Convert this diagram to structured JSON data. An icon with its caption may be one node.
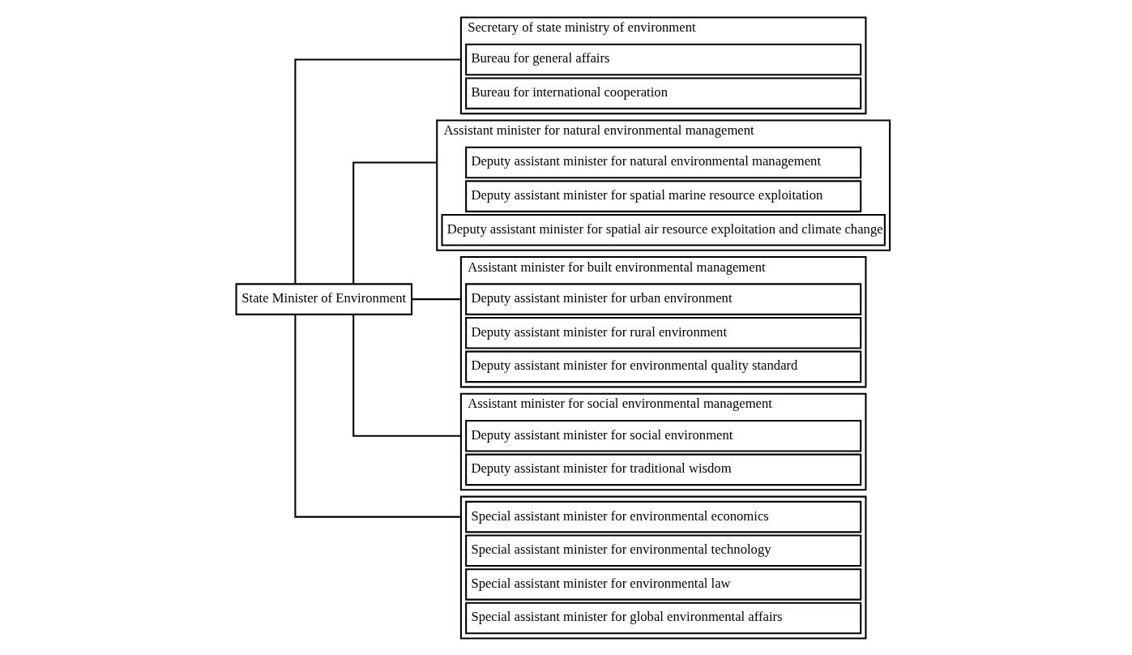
{
  "diagram": {
    "nodes": [
      {
        "text": [
          "State Minister of Environment"
        ]
      },
      {
        "text": [
          "Secretary of state ministry of environment"
        ]
      },
      {
        "text": [
          "Bureau for general affairs"
        ],
        "in": 1
      },
      {
        "text": [
          "Bureau for international cooperation"
        ],
        "in": 1
      },
      {
        "text": [
          "Assistant minister for natural environmental management"
        ]
      },
      {
        "text": [
          "Deputy assistant minister for natural environmental management"
        ],
        "in": 4
      },
      {
        "text": [
          "Deputy assistant minister for spatial marine resource exploitation"
        ],
        "in": 4
      },
      {
        "text": [
          "Deputy assistant minister for spatial air resource exploitation and climate change"
        ],
        "in": 4
      },
      {
        "text": [
          "Assistant minister for built environmental management"
        ]
      },
      {
        "text": [
          "Deputy assistant minister for urban environment"
        ],
        "in": 8
      },
      {
        "text": [
          "Deputy assistant minister for rural environment"
        ],
        "in": 8
      },
      {
        "text": [
          "Deputy assistant minister for environmental quality standard"
        ],
        "in": 8
      },
      {
        "text": [
          "Assistant minister for social environmental management"
        ]
      },
      {
        "text": [
          "Deputy assistant minister for social environment"
        ],
        "in": 12
      },
      {
        "text": [
          "Deputy assistant minister for traditional wisdom"
        ],
        "in": 12
      },
      {
        "text": [],
        "shape": "box"
      },
      {
        "text": [
          "Special assistant minister for environmental economics"
        ],
        "in": 15
      },
      {
        "text": [
          "Special assistant minister for environmental technology"
        ],
        "in": 15
      },
      {
        "text": [
          "Special assistant minister for environmental law"
        ],
        "in": 15
      },
      {
        "text": [
          "Special assistant minister for global environmental affairs"
        ],
        "in": 15
      }
    ],
    "edges": [
      {
        "from": 0,
        "to": 1,
        "arrow": "none"
      },
      {
        "from": 0,
        "to": 4,
        "arrow": "none"
      },
      {
        "from": 0,
        "to": 8,
        "arrow": "none"
      },
      {
        "from": 0,
        "to": 12,
        "arrow": "none"
      },
      {
        "from": 0,
        "to": 15,
        "arrow": "none"
      }
    ]
  }
}
